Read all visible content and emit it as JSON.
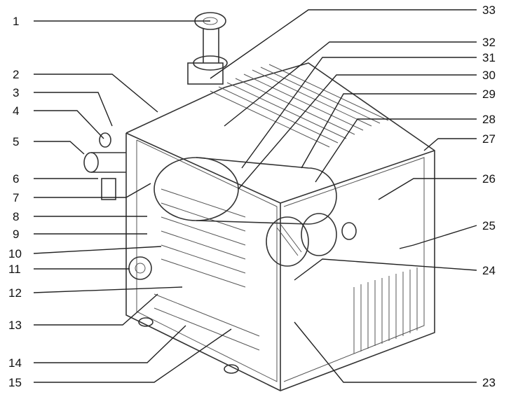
{
  "callouts": {
    "c1": "1",
    "c2": "2",
    "c3": "3",
    "c4": "4",
    "c5": "5",
    "c6": "6",
    "c7": "7",
    "c8": "8",
    "c9": "9",
    "c10": "10",
    "c11": "11",
    "c12": "12",
    "c13": "13",
    "c14": "14",
    "c15": "15",
    "c23": "23",
    "c24": "24",
    "c25": "25",
    "c26": "26",
    "c27": "27",
    "c28": "28",
    "c29": "29",
    "c30": "30",
    "c31": "31",
    "c32": "32",
    "c33": "33"
  }
}
